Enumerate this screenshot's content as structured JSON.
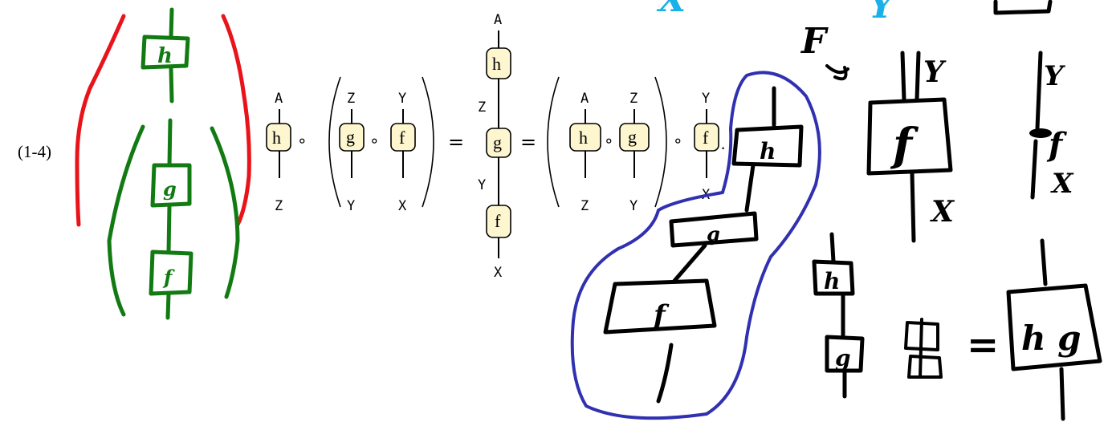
{
  "equation": {
    "number": "(1-4)",
    "typeset": {
      "left_h": {
        "box": "h",
        "top": "A",
        "bottom": "Z"
      },
      "compose1": "∘",
      "group1_g": {
        "box": "g",
        "top": "Z",
        "bottom": "Y"
      },
      "compose2": "∘",
      "group1_f": {
        "box": "f",
        "top": "Y",
        "bottom": "X"
      },
      "equals1": "=",
      "middle": {
        "top": "A",
        "h": "h",
        "mid_label_1": "Z",
        "g": "g",
        "mid_label_2": "Y",
        "f": "f",
        "bottom": "X"
      },
      "equals2": "=",
      "group2_h": {
        "box": "h",
        "top": "A",
        "bottom": "Z"
      },
      "compose3": "∘",
      "group2_g": {
        "box": "g",
        "top": "Z",
        "bottom": "Y"
      },
      "compose4": "∘",
      "right_f": {
        "box": "f",
        "top": "Y",
        "bottom": "X"
      },
      "period": "."
    }
  },
  "handwriting": {
    "green_h": "h",
    "green_g": "g",
    "green_f": "f",
    "blue_x": "X",
    "blue_y": "Y",
    "ink_F": "F",
    "ink_Y1": "Y",
    "ink_f_big": "f",
    "ink_X1": "X",
    "ink_Y2": "Y",
    "ink_f_small": "f",
    "ink_X2": "X",
    "ink_h": "h",
    "ink_g": "g",
    "ink_f": "f",
    "ink_h2": "h",
    "ink_g2": "g",
    "ink_equals": "=",
    "ink_hg": "h g"
  },
  "colors": {
    "box_fill": "#fdf6cf",
    "red_ink": "#e8141a",
    "green_ink": "#127a12",
    "blue_ink": "#3030b0",
    "cyan_ink": "#1ab0e8",
    "black_ink": "#000000"
  }
}
